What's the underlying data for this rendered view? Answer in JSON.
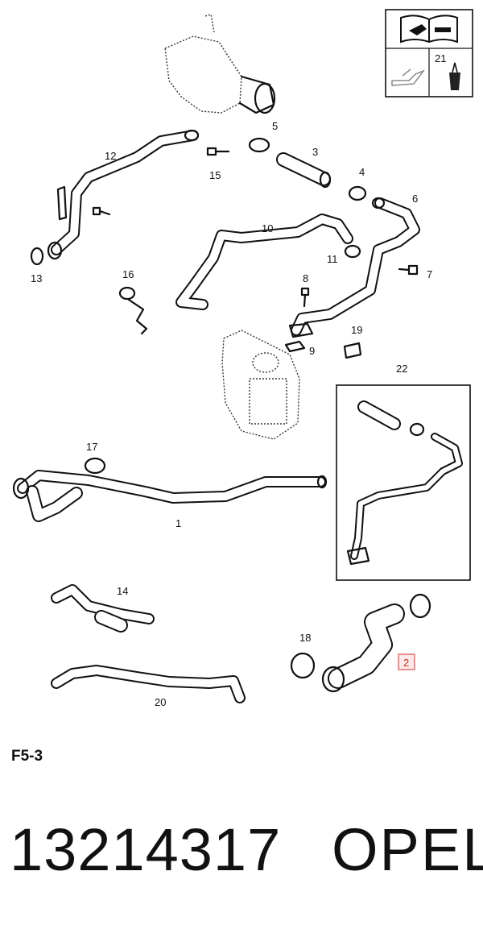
{
  "diagram": {
    "callouts": [
      {
        "id": "1",
        "label": "1"
      },
      {
        "id": "2",
        "label": "2",
        "highlighted": true
      },
      {
        "id": "3",
        "label": "3"
      },
      {
        "id": "4",
        "label": "4"
      },
      {
        "id": "5",
        "label": "5"
      },
      {
        "id": "6",
        "label": "6"
      },
      {
        "id": "7",
        "label": "7"
      },
      {
        "id": "8",
        "label": "8"
      },
      {
        "id": "9",
        "label": "9"
      },
      {
        "id": "10",
        "label": "10"
      },
      {
        "id": "11",
        "label": "11"
      },
      {
        "id": "12",
        "label": "12"
      },
      {
        "id": "13",
        "label": "13"
      },
      {
        "id": "14",
        "label": "14"
      },
      {
        "id": "15",
        "label": "15"
      },
      {
        "id": "16",
        "label": "16"
      },
      {
        "id": "17",
        "label": "17"
      },
      {
        "id": "18",
        "label": "18"
      },
      {
        "id": "19",
        "label": "19"
      },
      {
        "id": "20",
        "label": "20"
      },
      {
        "id": "21",
        "label": "21"
      },
      {
        "id": "22",
        "label": "22"
      }
    ],
    "highlight_color": "#d9534f",
    "icons": [
      "manual-book-icon",
      "oil-can-icon",
      "sealant-tube-icon"
    ]
  },
  "footer": {
    "section_code": "F5-3",
    "part_number": "13214317",
    "brand": "OPEL"
  }
}
